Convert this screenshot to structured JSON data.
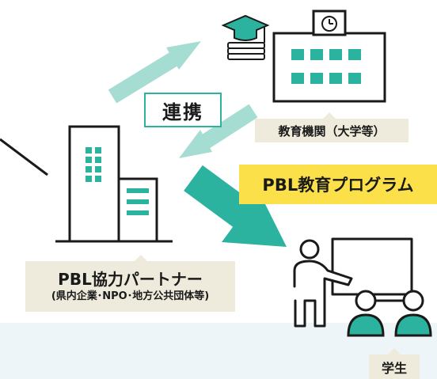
{
  "labels": {
    "collaboration": "連携",
    "university": "教育機関（大学等）",
    "program": "PBL教育プログラム",
    "partner_title": "PBL協力パートナー",
    "partner_subtitle": "(県内企業･NPO･地方公共団体等)",
    "students": "学生"
  },
  "colors": {
    "teal_arrow": "#2bb3a0",
    "light_teal_arrow": "#a6ddd3",
    "label_bg": "#efebdc",
    "program_bg": "#fbe04a",
    "outline": "#1a1a1a",
    "bottom_band": "#eef5f8"
  },
  "icons": [
    "graduation-cap-icon",
    "books-icon",
    "school-building-icon",
    "clock-icon",
    "office-building-icon",
    "teacher-icon",
    "student-icon"
  ]
}
